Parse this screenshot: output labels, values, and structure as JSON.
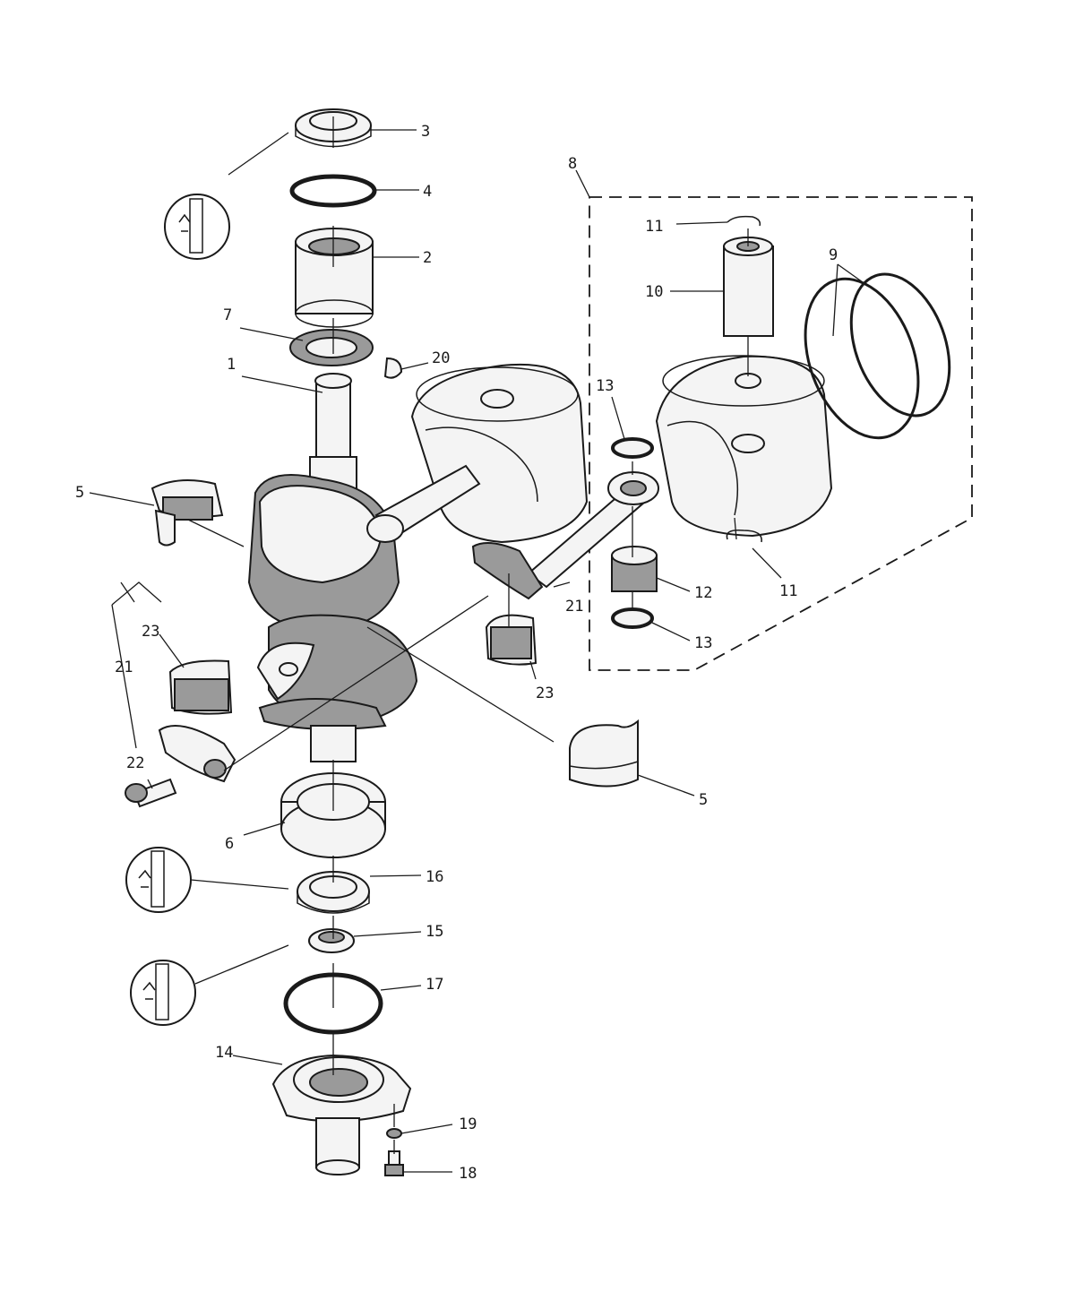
{
  "callouts": [
    {
      "id": "c3",
      "text": "3"
    },
    {
      "id": "c4",
      "text": "4"
    },
    {
      "id": "c2",
      "text": "2"
    },
    {
      "id": "c7",
      "text": "7"
    },
    {
      "id": "c1",
      "text": "1"
    },
    {
      "id": "c20",
      "text": "20"
    },
    {
      "id": "c5a",
      "text": "5"
    },
    {
      "id": "c8",
      "text": "8"
    },
    {
      "id": "c11a",
      "text": "11"
    },
    {
      "id": "c10",
      "text": "10"
    },
    {
      "id": "c9",
      "text": "9"
    },
    {
      "id": "c13a",
      "text": "13"
    },
    {
      "id": "c21a",
      "text": "21"
    },
    {
      "id": "c11b",
      "text": "11"
    },
    {
      "id": "c12",
      "text": "12"
    },
    {
      "id": "c13b",
      "text": "13"
    },
    {
      "id": "c23a",
      "text": "23"
    },
    {
      "id": "c23b",
      "text": "23"
    },
    {
      "id": "c21b",
      "text": "21"
    },
    {
      "id": "c22",
      "text": "22"
    },
    {
      "id": "c5b",
      "text": "5"
    },
    {
      "id": "c6",
      "text": "6"
    },
    {
      "id": "c16",
      "text": "16"
    },
    {
      "id": "c15",
      "text": "15"
    },
    {
      "id": "c17",
      "text": "17"
    },
    {
      "id": "c14",
      "text": "14"
    },
    {
      "id": "c19",
      "text": "19"
    },
    {
      "id": "c18",
      "text": "18"
    }
  ],
  "icons": [
    "grease-tube-icon",
    "grease-tube-icon",
    "grease-tube-icon"
  ]
}
